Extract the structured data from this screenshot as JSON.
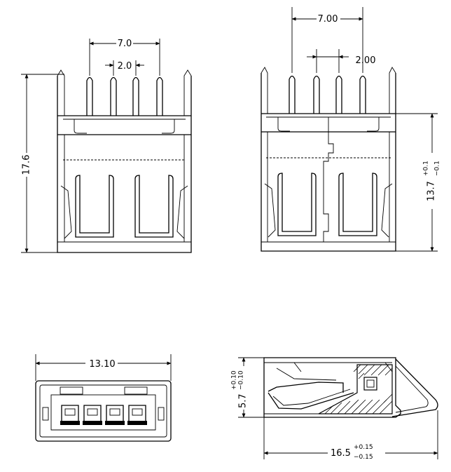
{
  "dimensions": {
    "front_pin_span": "7.0",
    "front_pin_pitch": "2.0",
    "front_height": "17.6",
    "right_pin_span": "7.00",
    "right_pin_pitch": "2.00",
    "right_height_main": "13.7",
    "right_height_tol_plus": "+0.1",
    "right_height_tol_minus": "−0.1",
    "bottom_width": "13.10",
    "side_height_main": "5.7",
    "side_height_tol_plus": "+0.10",
    "side_height_tol_minus": "−0.10",
    "side_length_main": "16.5",
    "side_length_tol_plus": "+0.15",
    "side_length_tol_minus": "−0.15"
  }
}
